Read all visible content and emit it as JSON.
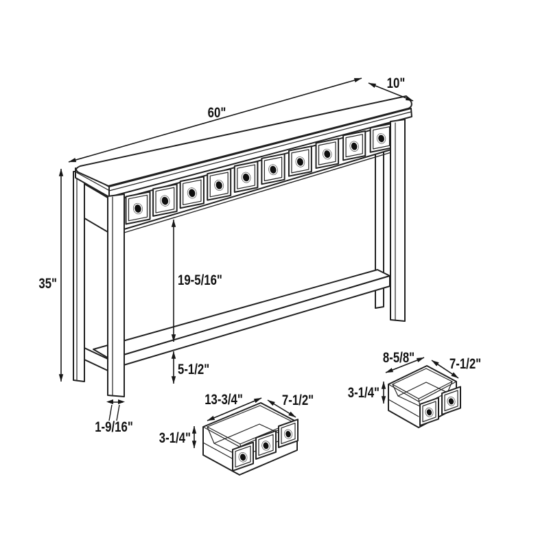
{
  "figure": {
    "title": "Console table dimension diagram",
    "style": "black line-art perspective drawing on white background",
    "line_color": "#202020",
    "background_color": "#ffffff"
  },
  "dims": {
    "table_length": "60\"",
    "table_depth": "10\"",
    "table_height": "35\"",
    "apron_to_shelf": "19-5/16\"",
    "shelf_to_floor": "5-1/2\"",
    "leg_width": "1-9/16\"",
    "long_drawer_width": "13-3/4\"",
    "long_drawer_depth": "7-1/2\"",
    "long_drawer_height": "3-1/4\"",
    "small_drawer_width": "8-5/8\"",
    "small_drawer_depth": "7-1/2\"",
    "small_drawer_height": "3-1/4\""
  },
  "parts": {
    "main_table_drawer_front_count": 10,
    "long_drawer_front_count": 3,
    "small_drawer_front_count": 2
  }
}
